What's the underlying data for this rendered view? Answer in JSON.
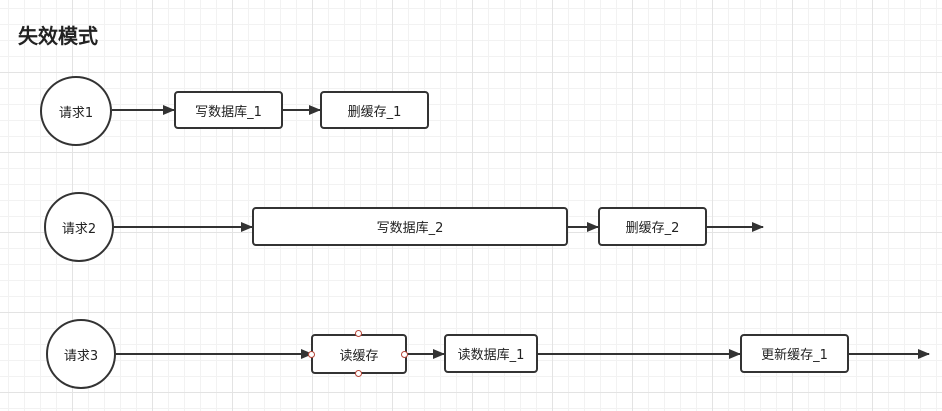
{
  "title": "失效模式",
  "rows": [
    {
      "request": "请求1",
      "steps": [
        "写数据库_1",
        "删缓存_1"
      ]
    },
    {
      "request": "请求2",
      "steps": [
        "写数据库_2",
        "删缓存_2"
      ]
    },
    {
      "request": "请求3",
      "steps": [
        "读缓存",
        "读数据库_1",
        "更新缓存_1"
      ]
    }
  ],
  "colors": {
    "stroke": "#333333",
    "grid": "#e3e3e3",
    "handle": "#b5473a"
  }
}
